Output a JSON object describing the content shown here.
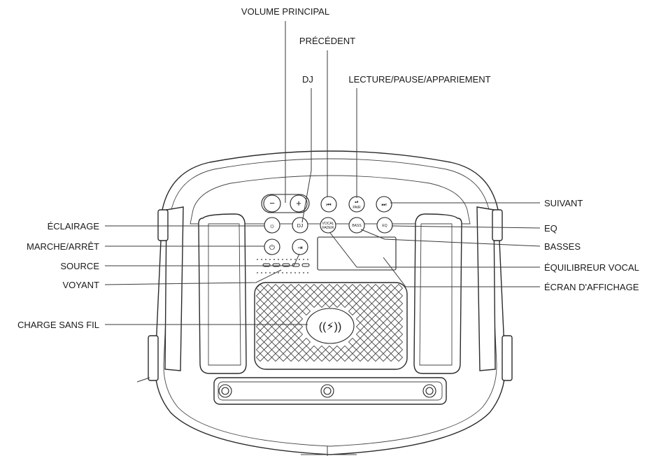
{
  "callouts": {
    "volume_principal": "VOLUME PRINCIPAL",
    "precedent": "PRÉCÉDENT",
    "dj": "DJ",
    "lecture_pause": "LECTURE/PAUSE/APPARIEMENT",
    "suivant": "SUIVANT",
    "eclairage": "ÉCLAIRAGE",
    "eq": "EQ",
    "marche_arret": "MARCHE/ARRÊT",
    "basses": "BASSES",
    "source": "SOURCE",
    "equilibreur_vocal": "ÉQUILIBREUR VOCAL",
    "voyant": "VOYANT",
    "ecran_affichage": "ÉCRAN D'AFFICHAGE",
    "charge_sans_fil": "CHARGE SANS FIL"
  },
  "buttons": {
    "dj": "DJ",
    "pair": "PAIR",
    "vocal": "VOCAL",
    "fader": "FADER",
    "bass": "BASS",
    "eq": "EQ",
    "minus": "−",
    "plus": "+"
  }
}
